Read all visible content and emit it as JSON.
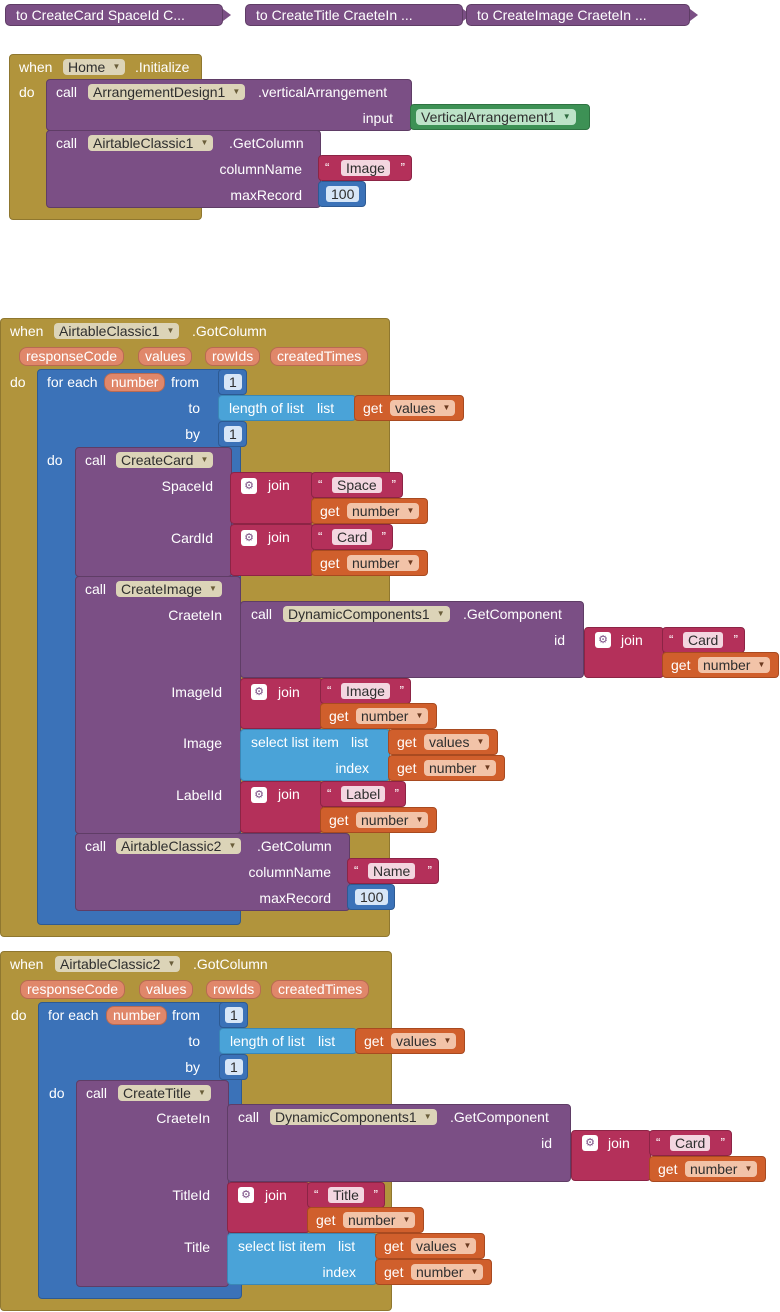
{
  "collapsed_procs": [
    {
      "text": "to CreateCard   SpaceId   C..."
    },
    {
      "text": "to CreateTitle   CraeteIn   ..."
    },
    {
      "text": "to CreateImage   CraeteIn   ..."
    }
  ],
  "kw": {
    "when": "when",
    "do": "do",
    "call": "call",
    "for_each": "for each",
    "from": "from",
    "to": "to",
    "by": "by",
    "input": "input",
    "columnName": "columnName",
    "maxRecord": "maxRecord",
    "SpaceId": "SpaceId",
    "CardId": "CardId",
    "CraeteIn": "CraeteIn",
    "ImageId": "ImageId",
    "Image": "Image",
    "LabelId": "LabelId",
    "TitleId": "TitleId",
    "Title": "Title",
    "id": "id",
    "join": "join",
    "get": "get",
    "length_of_list": "length of list",
    "list": "list",
    "select_list_item": "select list item",
    "index": "index",
    "open_quote": "“",
    "close_quote": "”"
  },
  "params": [
    "responseCode",
    "values",
    "rowIds",
    "createdTimes"
  ],
  "home": {
    "component": "Home",
    "event": ".Initialize",
    "call1_component": "ArrangementDesign1",
    "call1_method": ".verticalArrangement",
    "input_component": "VerticalArrangement1",
    "call2_component": "AirtableClassic1",
    "call2_method": ".GetColumn",
    "column_text": "Image",
    "max_record": "100"
  },
  "got1": {
    "component": "AirtableClassic1",
    "event": ".GotColumn",
    "loop_var": "number",
    "from": "1",
    "by": "1",
    "list_var": "values",
    "call_createcard": "CreateCard",
    "space_text": "Space",
    "card_text": "Card",
    "num_var": "number",
    "call_createimage": "CreateImage",
    "dyn_component": "DynamicComponents1",
    "dyn_method": ".GetComponent",
    "image_text": "Image",
    "label_text": "Label",
    "call2_component": "AirtableClassic2",
    "call2_method": ".GetColumn",
    "name_text": "Name",
    "max_record": "100"
  },
  "got2": {
    "component": "AirtableClassic2",
    "event": ".GotColumn",
    "loop_var": "number",
    "from": "1",
    "by": "1",
    "list_var": "values",
    "call_createtitle": "CreateTitle",
    "dyn_component": "DynamicComponents1",
    "dyn_method": ".GetComponent",
    "card_text": "Card",
    "title_text": "Title",
    "num_var": "number"
  },
  "colors": {
    "event": "#b1943c",
    "procedure": "#7b4f85",
    "control": "#3b72b8",
    "text": "#b4305a",
    "list": "#4aa3d8",
    "variable": "#d05f2c",
    "component": "#3d9155",
    "param": "#e0876a"
  },
  "icons": {
    "dropdown": "triangle-down-icon",
    "mutator": "gear-icon"
  }
}
